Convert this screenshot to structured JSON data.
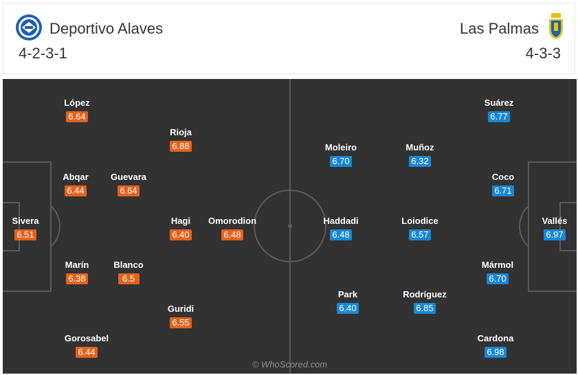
{
  "home": {
    "name": "Deportivo Alaves",
    "formation": "4-2-3-1",
    "rating_color": "#e5621c",
    "crest_icon": "alaves-crest-icon",
    "players": [
      {
        "name": "López",
        "rating": "6.64"
      },
      {
        "name": "Rioja",
        "rating": "6.88"
      },
      {
        "name": "Abqar",
        "rating": "6.44"
      },
      {
        "name": "Guevara",
        "rating": "6.64"
      },
      {
        "name": "Sivera",
        "rating": "6.51"
      },
      {
        "name": "Hagi",
        "rating": "6.40"
      },
      {
        "name": "Omorodion",
        "rating": "6.48"
      },
      {
        "name": "Marín",
        "rating": "6.38"
      },
      {
        "name": "Blanco",
        "rating": "6.5"
      },
      {
        "name": "Guridi",
        "rating": "6.55"
      },
      {
        "name": "Gorosabel",
        "rating": "6.44"
      }
    ]
  },
  "away": {
    "name": "Las Palmas",
    "formation": "4-3-3",
    "rating_color": "#1a87d6",
    "crest_icon": "las-palmas-crest-icon",
    "players": [
      {
        "name": "Suárez",
        "rating": "6.77"
      },
      {
        "name": "Moleiro",
        "rating": "6.70"
      },
      {
        "name": "Muñoz",
        "rating": "6.32"
      },
      {
        "name": "Coco",
        "rating": "6.71"
      },
      {
        "name": "Haddadi",
        "rating": "6.48"
      },
      {
        "name": "Loiodice",
        "rating": "6.57"
      },
      {
        "name": "Vallés",
        "rating": "6.97"
      },
      {
        "name": "Mármol",
        "rating": "6.70"
      },
      {
        "name": "Park",
        "rating": "6.40"
      },
      {
        "name": "Rodríguez",
        "rating": "6.85"
      },
      {
        "name": "Cardona",
        "rating": "6.98"
      }
    ]
  },
  "pitch": {
    "background": "#323232",
    "line_color": "#5a5a5a",
    "watermark": "© WhoScored.com"
  }
}
